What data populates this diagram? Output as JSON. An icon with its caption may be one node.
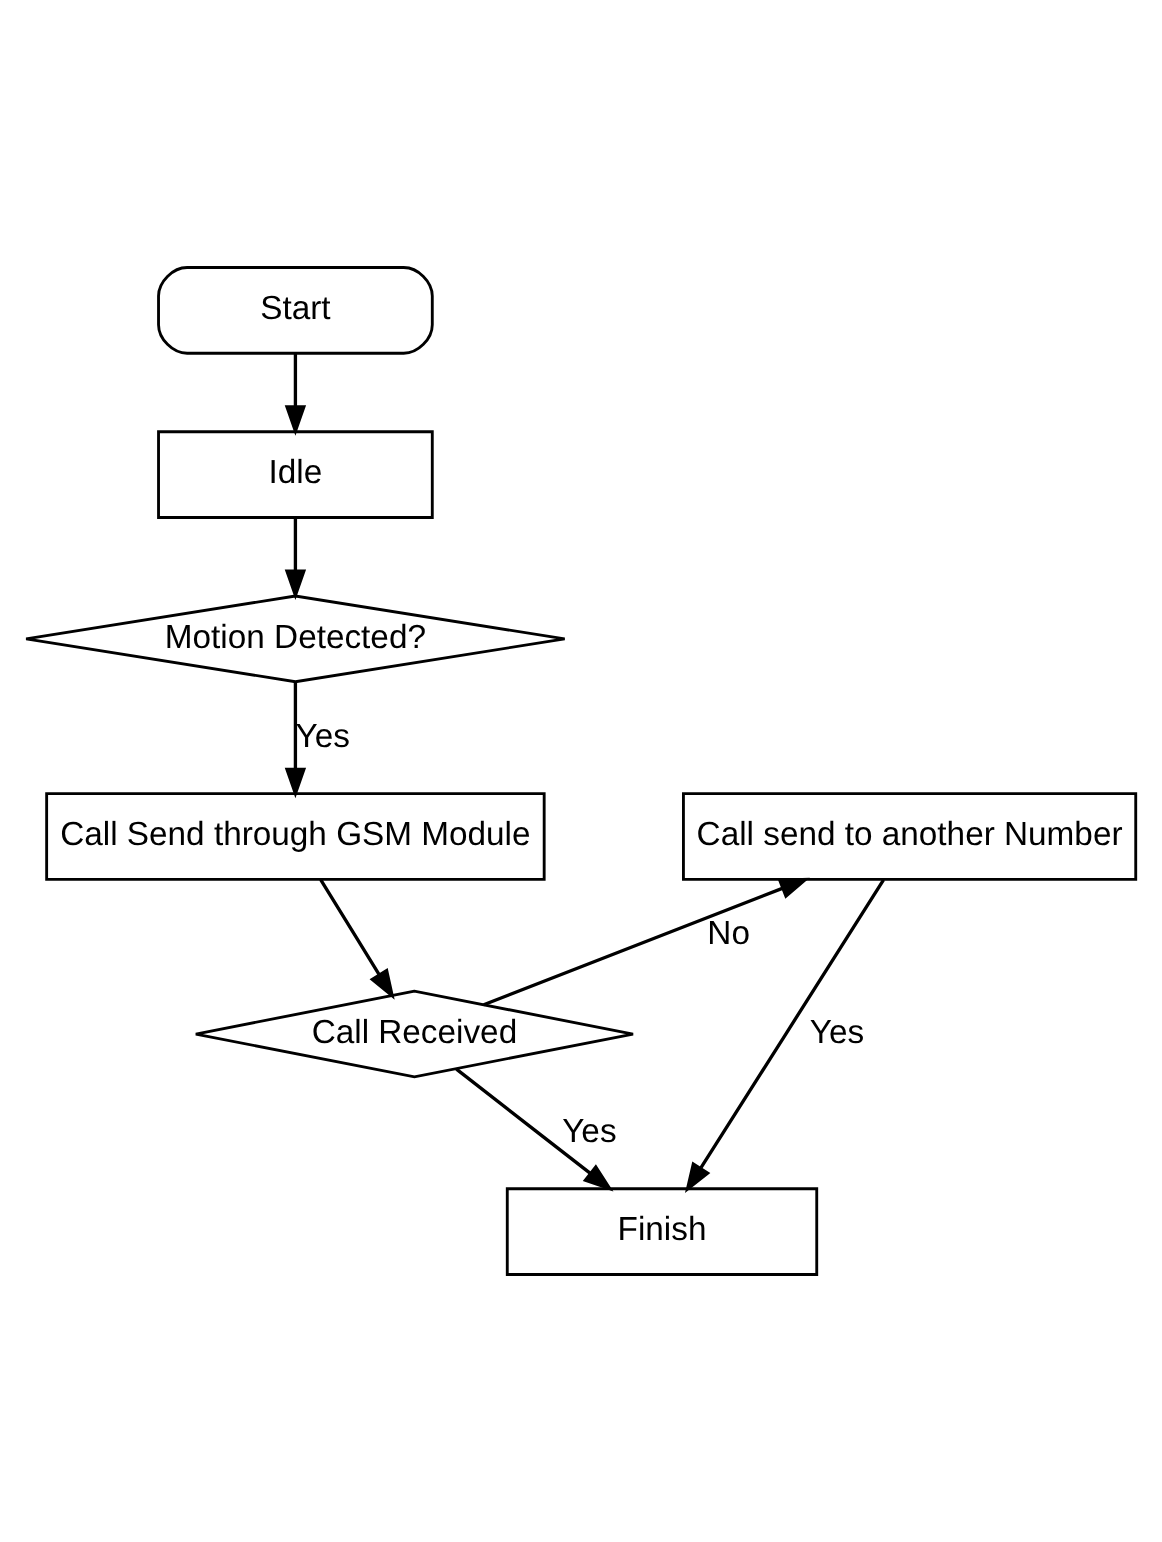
{
  "diagram": {
    "nodes": [
      {
        "text": [
          "Start"
        ]
      },
      {
        "text": [
          "Idle"
        ]
      },
      {
        "text": [
          "Motion Detected?"
        ]
      },
      {
        "text": [
          "Call Send through GSM Module"
        ]
      },
      {
        "text": [
          "Call Received"
        ]
      },
      {
        "text": [
          "Call send to another Number"
        ]
      },
      {
        "text": [
          "Finish"
        ]
      }
    ],
    "edges": [
      {
        "from": 0,
        "to": 1,
        "arrow": "to"
      },
      {
        "from": 1,
        "to": 2,
        "arrow": "to"
      },
      {
        "from": 2,
        "to": 3,
        "arrow": "to",
        "label": "Yes"
      },
      {
        "from": 3,
        "to": 4,
        "arrow": "to"
      },
      {
        "from": 4,
        "to": 6,
        "arrow": "to",
        "label": "Yes"
      },
      {
        "from": 4,
        "to": 5,
        "arrow": "to",
        "label": "No"
      },
      {
        "from": 5,
        "to": 6,
        "arrow": "to",
        "label": "Yes"
      }
    ]
  }
}
